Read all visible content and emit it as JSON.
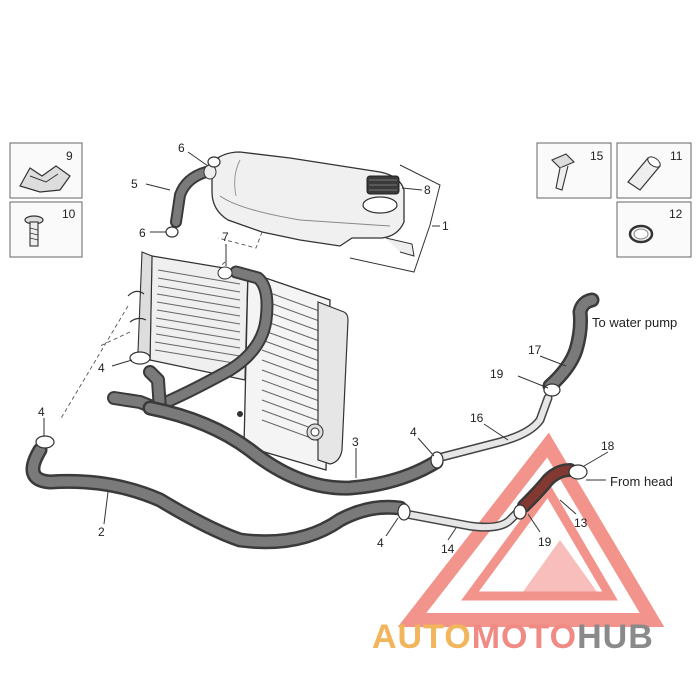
{
  "callouts": {
    "n1": "1",
    "n2": "2",
    "n3": "3",
    "n4a": "4",
    "n4b": "4",
    "n4c": "4",
    "n4d": "4",
    "n5": "5",
    "n6a": "6",
    "n6b": "6",
    "n7": "7",
    "n8": "8",
    "n9": "9",
    "n10": "10",
    "n11": "11",
    "n12": "12",
    "n13": "13",
    "n14": "14",
    "n15": "15",
    "n16": "16",
    "n17": "17",
    "n18": "18",
    "n19a": "19",
    "n19b": "19"
  },
  "labels": {
    "to_water_pump": "To water pump",
    "from_head": "From head"
  },
  "watermark": {
    "text_left": "AUTO",
    "text_mid": "MOTO",
    "text_right": "HUB",
    "color_left": "#f2b55c",
    "color_mid": "#f08a84",
    "color_right": "#8a8a8a",
    "triangle_color": "#e83b30"
  },
  "icons": {
    "inset_9": "clip-nut-icon",
    "inset_10": "screw-icon",
    "inset_11": "sleeve-icon",
    "inset_12": "hose-clamp-icon",
    "inset_15": "bolt-icon"
  }
}
